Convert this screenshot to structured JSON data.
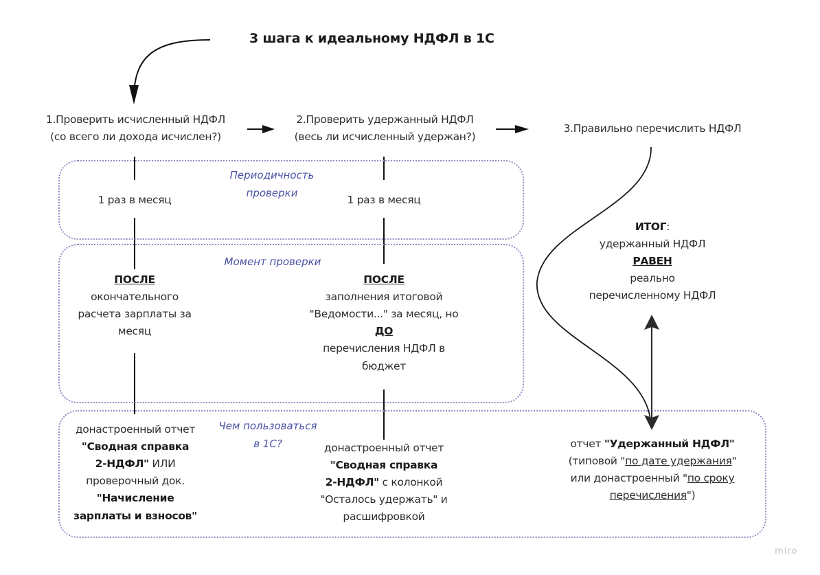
{
  "title": "3 шага к идеальному НДФЛ в 1С",
  "steps": [
    {
      "line1": "1.Проверить исчисленный НДФЛ",
      "line2": "(со всего ли дохода исчислен?)"
    },
    {
      "line1": "2.Проверить удержанный НДФЛ",
      "line2": "(весь ли исчисленный удержан?)"
    },
    {
      "line1": "3.Правильно перечислить НДФЛ"
    }
  ],
  "sections": {
    "periodicity": {
      "label_line1": "Периодичность",
      "label_line2": "проверки",
      "col1": "1 раз в месяц",
      "col2": "1 раз в месяц"
    },
    "moment": {
      "label": "Момент проверки",
      "col1": {
        "heading": "ПОСЛЕ",
        "lines": [
          "окончательного",
          "расчета зарплаты за",
          "месяц"
        ]
      },
      "col2": {
        "heading": "ПОСЛЕ",
        "lines": [
          "заполнения итоговой",
          "\"Ведомости...\" за месяц, но"
        ],
        "heading2": "ДО",
        "lines2": [
          "перечисления НДФЛ в",
          "бюджет"
        ]
      }
    },
    "tools": {
      "label_line1": "Чем пользоваться",
      "label_line2": "в 1С?",
      "col1": {
        "l1": "донастроенный отчет",
        "l2_bold": "\"Сводная справка",
        "l3_bold": "2-НДФЛ\"",
        "l3_rest": " ИЛИ",
        "l4": "проверочный док.",
        "l5_bold": "\"Начисление",
        "l6_bold": "зарплаты и взносов\""
      },
      "col2": {
        "l1": "донастроенный отчет",
        "l2_bold": "\"Сводная справка",
        "l3_bold": "2-НДФЛ\"",
        "l3_rest": " с колонкой",
        "l4": "\"Осталось удержать\" и",
        "l5": "расшифровкой"
      },
      "col3": {
        "l1_pre": "отчет ",
        "l1_bold": "\"Удержанный НДФЛ\"",
        "l2_pre": "(типовой \"",
        "l2_u": "по дате удержания",
        "l2_post": "\"",
        "l3_pre": "или донастроенный \"",
        "l3_u": "по сроку ",
        "l4_u": "перечисления",
        "l4_post": "\")"
      }
    },
    "result": {
      "heading": "ИТОГ",
      "colon": ":",
      "l1": "удержанный НДФЛ",
      "l2_bold_u": "РАВЕН",
      "l3": "реально",
      "l4": "перечисленному НДФЛ"
    }
  },
  "watermark": "miro",
  "colors": {
    "box_border": "#8b8fc4",
    "label_text": "#4a52a5",
    "lines": "#1a1a1a"
  }
}
